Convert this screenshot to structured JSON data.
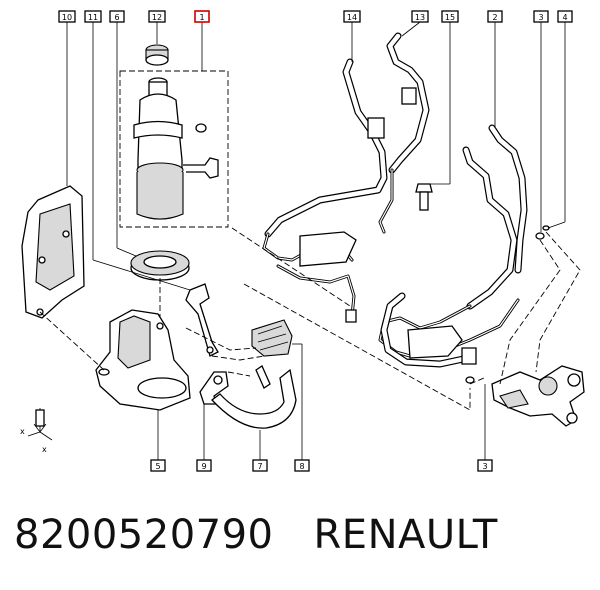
{
  "callouts": {
    "c10": "10",
    "c11": "11",
    "c6": "6",
    "c12": "12",
    "c1": "1",
    "c14": "14",
    "c13": "13",
    "c15": "15",
    "c2": "2",
    "c3top": "3",
    "c4": "4",
    "c5": "5",
    "c9": "9",
    "c7": "7",
    "c8": "8",
    "c3bottom": "3"
  },
  "highlight_color": "#cc0000",
  "axis_letters": {
    "a1": "x",
    "a2": "x"
  },
  "footer": {
    "part_number": "8200520790",
    "brand": "RENAULT"
  }
}
